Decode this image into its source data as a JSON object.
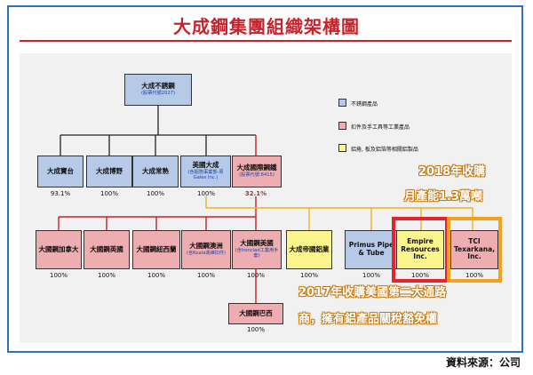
{
  "title": "大成鋼集團組織架構圖",
  "source": "資料來源：公司",
  "colors": {
    "listed": "#b6c9e6",
    "fastener": "#eeaeb1",
    "aluminum": "#fbf58e",
    "callout": "#f0a21c",
    "highlight": "#e8222a"
  },
  "legend": [
    {
      "label": "不銹鋼產品",
      "color": "blue"
    },
    {
      "label": "扣件及手工具等工業產品",
      "color": "pink"
    },
    {
      "label": "鋁捲, 板及鋁箔等相關鋁製品",
      "color": "yellow"
    }
  ],
  "root": {
    "name": "大成不銹鋼",
    "sub": "(股票代號2027)"
  },
  "level2": [
    {
      "name": "大成寶台",
      "sub": "",
      "pct": "93.1%"
    },
    {
      "name": "大成博野",
      "sub": "",
      "pct": "100%"
    },
    {
      "name": "大成常熟",
      "sub": "",
      "pct": "100%"
    },
    {
      "name": "美國大成",
      "sub": "(含鋁箔事業部-原Galex Inc.)",
      "pct": "100%"
    },
    {
      "name": "大成國際鋼鐵",
      "sub": "(股票代號:8415)",
      "pct": "32.1%"
    }
  ],
  "level3": [
    {
      "name": "大國鋼加拿大",
      "sub": "",
      "pct": "100%"
    },
    {
      "name": "大國鋼英國",
      "sub": "",
      "pct": "100%"
    },
    {
      "name": "大國鋼紐西蘭",
      "sub": "",
      "pct": "100%"
    },
    {
      "name": "大國鋼澳洲",
      "sub": "(含Koala運維扣件)",
      "pct": "100%"
    },
    {
      "name": "大國鋼美國",
      "sub": "(含Ironclad工業用手套)",
      "pct": "100%"
    },
    {
      "name": "大成帝國鋁業",
      "sub": "",
      "pct": "100%"
    },
    {
      "name": "Primus Pipe & Tube",
      "sub": "",
      "pct": "100%"
    },
    {
      "name": "Empire Resources Inc.",
      "sub": "",
      "pct": "100%"
    },
    {
      "name": "TCI Texarkana, Inc.",
      "sub": "",
      "pct": "100%"
    }
  ],
  "level4": [
    {
      "name": "大國鋼巴西",
      "sub": "",
      "pct": "100%"
    }
  ],
  "callouts": {
    "acq2018_line1": "2018年收購",
    "acq2018_line2": "月產能1.3萬噸",
    "acq2017_line1": "2017年收購美國第二大通路",
    "acq2017_line2": "商，擁有鋁產品關稅豁免權"
  }
}
